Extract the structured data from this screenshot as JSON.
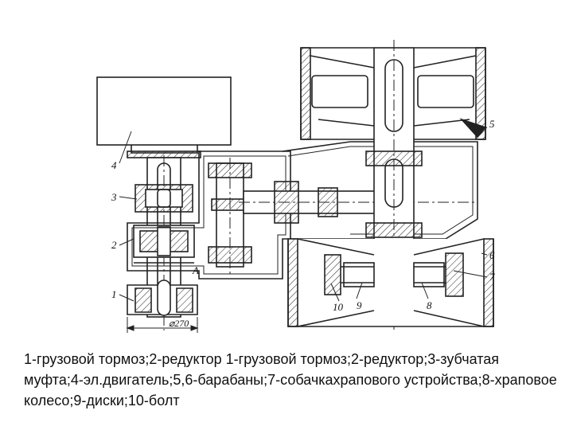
{
  "diagram": {
    "callouts": {
      "c1": "1",
      "c2": "2",
      "c3": "3",
      "c4": "4",
      "c5": "5",
      "c6": "6",
      "c7": "7",
      "c8": "8",
      "c9": "9",
      "c10": "10",
      "a": "A"
    },
    "dimension_label": "⌀270"
  },
  "caption": "1-грузовой тормоз;2-редуктор 1-грузовой тормоз;2-редуктор;3-зубчатая муфта;4-эл.двигатель;5,6-барабаны;7-собачкахрапового устройства;8-храповое колесо;9-диски;10-болт"
}
